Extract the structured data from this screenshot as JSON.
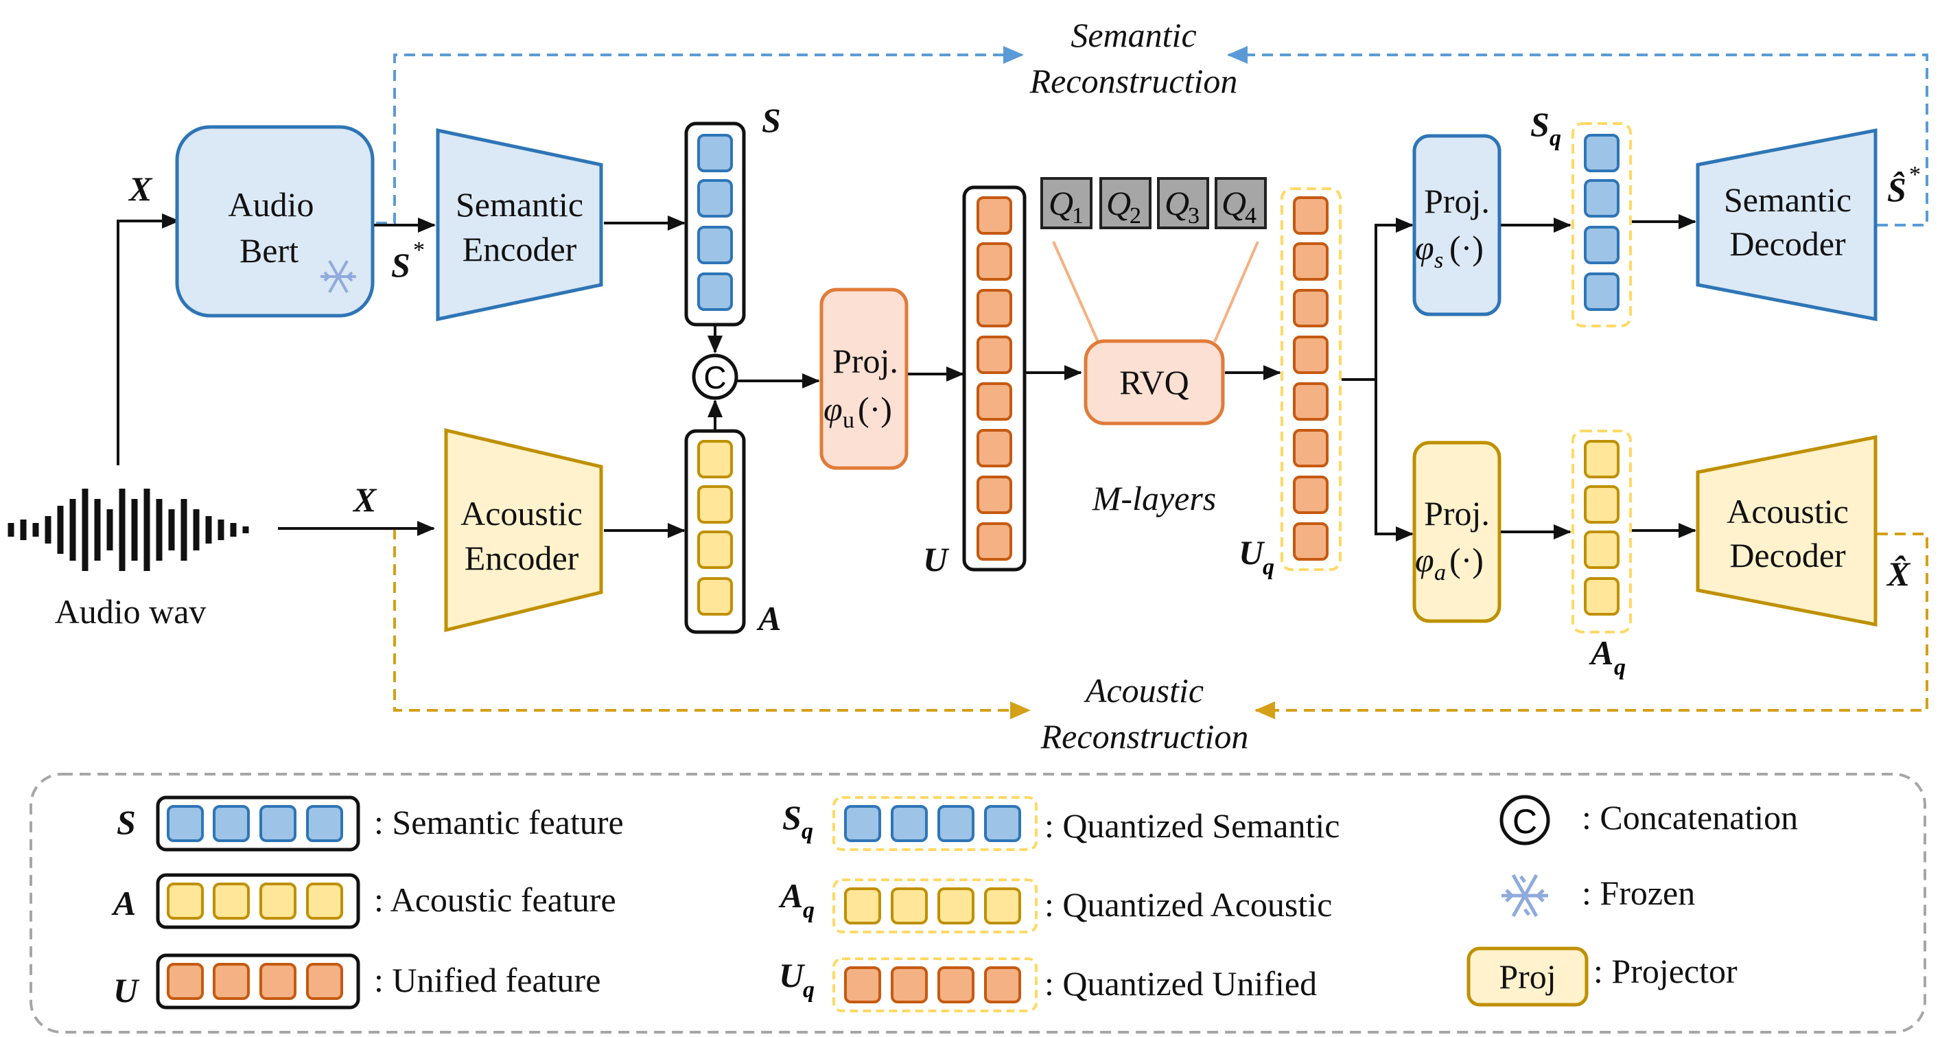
{
  "labels": {
    "semantic_recon_1": "Semantic",
    "semantic_recon_2": "Reconstruction",
    "acoustic_recon_1": "Acoustic",
    "acoustic_recon_2": "Reconstruction",
    "audio_bert_1": "Audio",
    "audio_bert_2": "Bert",
    "semantic_encoder_1": "Semantic",
    "semantic_encoder_2": "Encoder",
    "acoustic_encoder_1": "Acoustic",
    "acoustic_encoder_2": "Encoder",
    "semantic_decoder_1": "Semantic",
    "semantic_decoder_2": "Decoder",
    "acoustic_decoder_1": "Acoustic",
    "acoustic_decoder_2": "Decoder",
    "proj": "Proj.",
    "phi_u": "φ",
    "phi_u_sub": "u",
    "phi_s": "φ",
    "phi_s_sub": "s",
    "phi_a": "φ",
    "phi_a_sub": "a",
    "phi_arg": "(·)",
    "rvq": "RVQ",
    "m_layers": "M-layers",
    "audio_wav": "Audio wav",
    "x": "X",
    "s_star": "S",
    "star": "*",
    "s": "S",
    "a": "A",
    "u": "U",
    "q": "q",
    "concat": "C",
    "x_hat": "X̂",
    "s_hat": "Ŝ",
    "q1": "Q",
    "q1_sub": "1",
    "q2": "Q",
    "q2_sub": "2",
    "q3": "Q",
    "q3_sub": "3",
    "q4": "Q",
    "q4_sub": "4"
  },
  "legend": {
    "semantic_feature": ": Semantic feature",
    "acoustic_feature": ": Acoustic feature",
    "unified_feature": ": Unified feature",
    "quantized_semantic": ": Quantized Semantic",
    "quantized_acoustic": ": Quantized Acoustic",
    "quantized_unified": ": Quantized Unified",
    "concatenation": ": Concatenation",
    "frozen": ": Frozen",
    "projector": ": Projector",
    "proj_box": "Proj"
  },
  "colors": {
    "blue_fill": "#dbe8f5",
    "blue_stroke": "#2e75b6",
    "blue_cell": "#9dc3e6",
    "yellow_fill": "#fff2cc",
    "yellow_stroke": "#bf9000",
    "yellow_cell": "#ffe699",
    "orange_fill": "#fbe0d3",
    "orange_stroke": "#e07b39",
    "orange_cell": "#f4b183",
    "dash_blue": "#5b9bd5",
    "dash_yellow": "#d4a017",
    "q_fill": "#a6a6a6"
  }
}
